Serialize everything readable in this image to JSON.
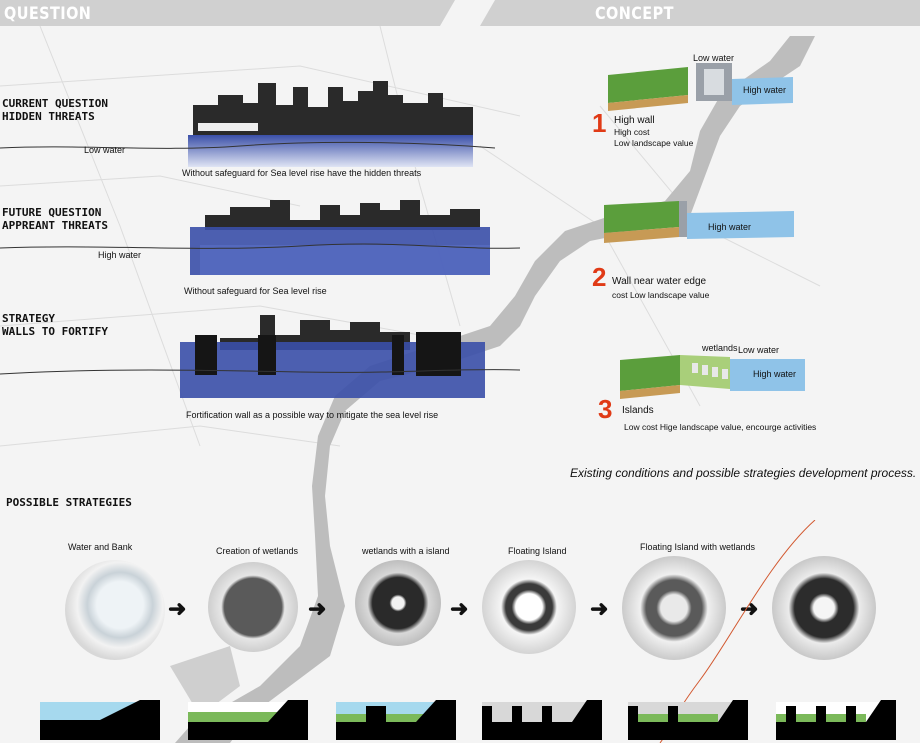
{
  "headers": {
    "question": "QUESTION",
    "concept": "CONCEPT"
  },
  "questions": [
    {
      "title": "CURRENT QUESTION\nHIDDEN THREATS",
      "water_label": "Low water",
      "caption": "Without safeguard for Sea level rise have the hidden threats"
    },
    {
      "title": "FUTURE QUESTION\nAPPREANT THREATS",
      "water_label": "High water",
      "caption": "Without safeguard for Sea level rise"
    },
    {
      "title": "STRATEGY\nWALLS TO FORTIFY",
      "water_label": "",
      "caption": "Fortification wall as a possible way to mitigate the sea level rise"
    }
  ],
  "concepts": [
    {
      "number": "1",
      "title": "High wall",
      "lines": [
        "High cost",
        "Low landscape value"
      ],
      "labels": [
        "Low water",
        "High water"
      ]
    },
    {
      "number": "2",
      "title": "Wall near water edge",
      "lines": [
        "cost Low landscape value"
      ],
      "labels": [
        "High water"
      ]
    },
    {
      "number": "3",
      "title": "Islands",
      "lines": [
        "Low cost Hige landscape value, encourge activities"
      ],
      "labels": [
        "wetlands",
        "Low water",
        "High water"
      ]
    }
  ],
  "caption": "Existing conditions and possible strategies development process.",
  "strategies": {
    "heading": "POSSIBLE STRATEGIES",
    "steps": [
      "Water and Bank",
      "Creation of wetlands",
      "wetlands with a island",
      "Floating Island",
      "Floating Island with wetlands",
      ""
    ],
    "arrow": "➜"
  },
  "colors": {
    "water": "#3a4fa8",
    "accent": "#e03a16",
    "header": "#d0d0d0",
    "high_water": "#8fc3e8"
  }
}
